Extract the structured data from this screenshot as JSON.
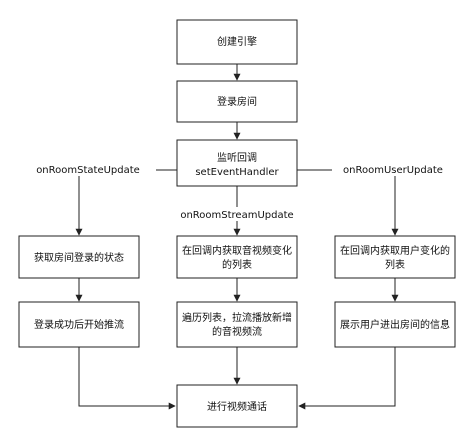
{
  "nodes": {
    "create_engine": "创建引擎",
    "login_room": "登录房间",
    "listen_callback_l1": "监听回调",
    "listen_callback_l2": "setEventHandler",
    "room_state": "获取房间登录的状态",
    "stream_change_l1": "在回调内获取音视频变化",
    "stream_change_l2": "的列表",
    "user_change_l1": "在回调内获取用户变化的",
    "user_change_l2": "列表",
    "start_publish": "登录成功后开始推流",
    "pull_streams_l1": "遍历列表，拉流播放新增",
    "pull_streams_l2": "的音视频流",
    "show_users": "展示用户进出房间的信息",
    "video_call": "进行视频通话"
  },
  "edges": {
    "room_state_update": "onRoomStateUpdate",
    "room_stream_update": "onRoomStreamUpdate",
    "room_user_update": "onRoomUserUpdate"
  }
}
